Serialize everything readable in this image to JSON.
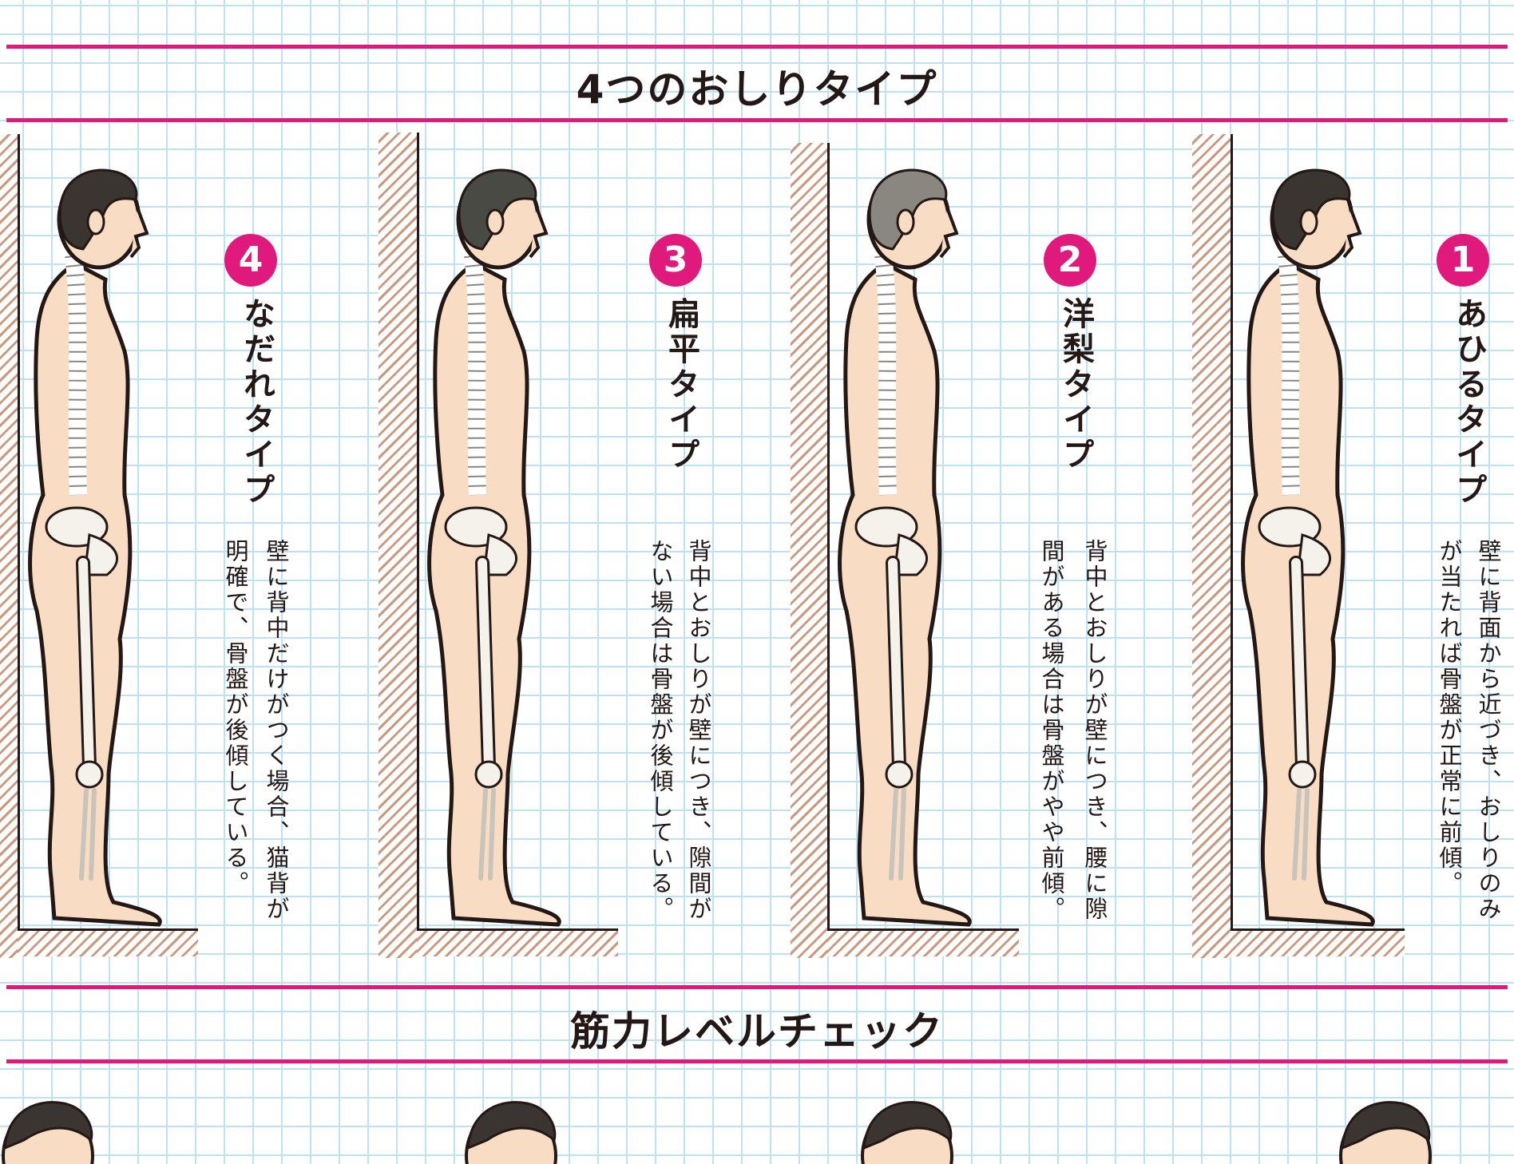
{
  "colors": {
    "accent": "#e0197d",
    "grid": "#bfe0f2",
    "skin": "#f9dcc4",
    "hatch": "#c99a82"
  },
  "section1": {
    "title": "4つのおしりタイプ"
  },
  "panels": [
    {
      "number": "4",
      "title": "なだれタイプ",
      "desc": [
        "壁に背中だけがつく場合、猫背が",
        "明確で、骨盤が後傾している。"
      ],
      "hair": "#3a3530"
    },
    {
      "number": "3",
      "title": "扁平タイプ",
      "desc": [
        "背中とおしりが壁につき、隙間が",
        "ない場合は骨盤が後傾している。"
      ],
      "hair": "#4a4a44"
    },
    {
      "number": "2",
      "title": "洋梨タイプ",
      "desc": [
        "背中とおしりが壁につき、腰に隙",
        "間がある場合は骨盤がやや前傾。"
      ],
      "hair": "#8a8680"
    },
    {
      "number": "1",
      "title": "あひるタイプ",
      "desc": [
        "壁に背面から近づき、おしりのみ",
        "が当たれば骨盤が正常に前傾。"
      ],
      "hair": "#3a3530"
    }
  ],
  "section2": {
    "title": "筋力レベルチェック"
  }
}
